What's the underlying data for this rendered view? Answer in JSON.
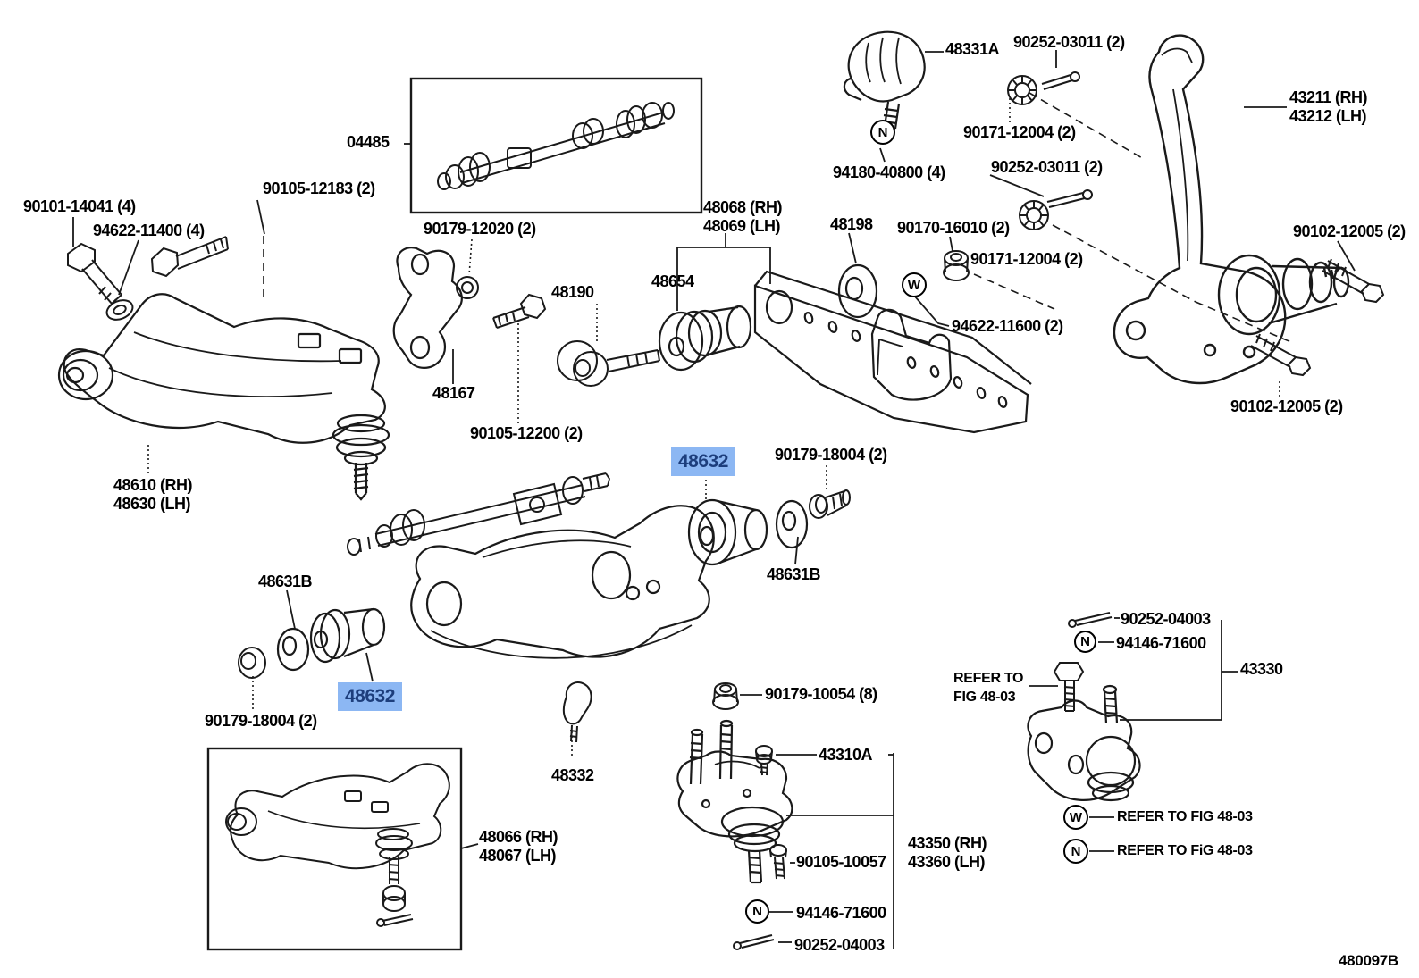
{
  "figure": {
    "code": "480097B",
    "highlight_color": "#8CB7F3",
    "highlight_text_color": "#1D3E7C"
  },
  "symbols": {
    "w": "W",
    "n": "N"
  },
  "notes": {
    "refer_line1": "REFER TO",
    "refer_line2": "FIG 48-03",
    "legend_w": "REFER TO FIG 48-03",
    "legend_n": "REFER TO FiG 48-03"
  },
  "parts": {
    "p48331a": "48331A",
    "p90252_03011_a": "90252-03011 (2)",
    "p90171_12004_a": "90171-12004 (2)",
    "p94180_40800": "94180-40800 (4)",
    "p90252_03011_b": "90252-03011 (2)",
    "p43211": "43211 (RH)",
    "p43212": "43212 (LH)",
    "p04485": "04485",
    "p90105_12183": "90105-12183 (2)",
    "p90101_14041": "90101-14041 (4)",
    "p94622_11400": "94622-11400 (4)",
    "p90179_12020": "90179-12020 (2)",
    "p48068": "48068 (RH)",
    "p48069": "48069 (LH)",
    "p48198": "48198",
    "p90170_16010": "90170-16010 (2)",
    "p90171_12004_b": "90171-12004 (2)",
    "p90102_12005_a": "90102-12005 (2)",
    "p48190": "48190",
    "p48654": "48654",
    "p94622_11600": "94622-11600 (2)",
    "p48167": "48167",
    "p90105_12200": "90105-12200 (2)",
    "p90102_12005_b": "90102-12005 (2)",
    "p48610": "48610 (RH)",
    "p48630": "48630 (LH)",
    "p48632_right": "48632",
    "p90179_18004_r": "90179-18004 (2)",
    "p48631b_r": "48631B",
    "p48631b_l": "48631B",
    "p48632_left": "48632",
    "p90179_18004_l": "90179-18004 (2)",
    "p90179_10054": "90179-10054 (8)",
    "p48332": "48332",
    "p43310a": "43310A",
    "p48066": "48066 (RH)",
    "p48067": "48067 (LH)",
    "p90105_10057": "90105-10057",
    "p43350": "43350 (RH)",
    "p43360": "43360 (LH)",
    "p94146_71600_b": "94146-71600",
    "p90252_04003_b": "90252-04003",
    "p90252_04003_r": "90252-04003",
    "p94146_71600_r": "94146-71600",
    "p43330": "43330"
  }
}
